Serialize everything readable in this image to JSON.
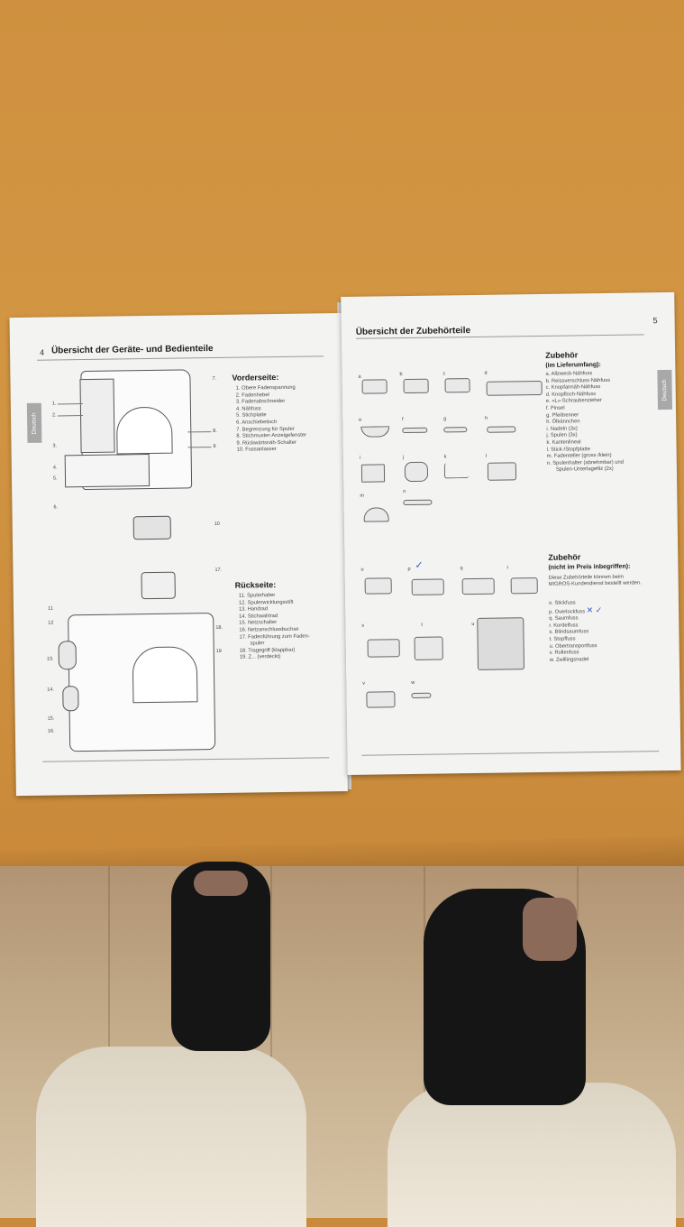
{
  "left_page": {
    "page_number": "4",
    "title": "Übersicht der Geräte- und Bedienteile",
    "tab": "Deutsch",
    "front_heading": "Vorderseite:",
    "front_items": [
      "1. Obere Fadenspannung",
      "2. Fadenhebel",
      "3. Fadenabschneider",
      "4. Nähfuss",
      "5. Stichplatte",
      "6. Anschiebetisch",
      "7. Begrenzung für Spuler",
      "8. Stichmuster-Anzeigefenster",
      "9. Rückwärtsnäh-Schalter",
      "10. Fussanlasser"
    ],
    "back_heading": "Rückseite:",
    "back_items": [
      "11. Spulerhalter",
      "12. Spulerwicklungsstift",
      "13. Handrad",
      "14. Stichwahlrad",
      "15. Netzschalter",
      "16. Netzanschlussbuchse",
      "17. Fadenführung zum Faden-",
      "spuler",
      "18. Tragegriff (klappbar)",
      "19. Z... (verdeckt)"
    ],
    "front_callouts": [
      "1.",
      "2.",
      "3.",
      "4.",
      "5.",
      "6.",
      "7.",
      "8.",
      "9",
      "10"
    ],
    "back_callouts": [
      "11",
      "12",
      "13.",
      "14.",
      "15.",
      "16.",
      "17.",
      "18.",
      "19"
    ]
  },
  "right_page": {
    "page_number": "5",
    "title": "Übersicht der Zubehörteile",
    "tab": "Deutsch",
    "included_heading": "Zubehör",
    "included_sub": "(im Lieferumfang):",
    "included_items": [
      "a. Allzweck-Nähfuss",
      "b. Reissverschluss-Nähfuss",
      "c. Knopfannäh-Nähfuss",
      "d. Knopfloch-Nähfuss",
      "e. «L»-Schraubenzieher",
      "f. Pinsel",
      "g. Pfeiltrenner",
      "h. Ölkännchen",
      "i. Nadeln (3x)",
      "j. Spulen (3x)",
      "k. Kantenlineal",
      "l. Stick-/Stopfplatte",
      "m. Fadenteller (gross /klein)",
      "n. Spulenhalter (abnehmbar) und",
      "Spulen-Unterlagefilz (2x)"
    ],
    "optional_heading": "Zubehör",
    "optional_sub": "(nicht im Preis inbegriffen):",
    "optional_note": "Diese Zubehörteile können beim MIGROS-Kundendienst bestellt werden.",
    "optional_items": [
      "o. Stickfuss",
      "p. Overlockfuss",
      "q. Saumfuss",
      "r. Kordelfuss",
      "s. Blindsaumfuss",
      "t. Stopffuss",
      "u. Obertransportfuss",
      "v. Rollenfuss",
      "w. Zwillingsnadel"
    ],
    "acc_letters_top": [
      "a",
      "b",
      "c",
      "d",
      "e",
      "f",
      "g",
      "h",
      "i",
      "j",
      "k",
      "l",
      "m",
      "n"
    ],
    "acc_letters_bottom": [
      "o",
      "p",
      "q",
      "r",
      "s",
      "t",
      "u",
      "v",
      "w"
    ]
  },
  "colors": {
    "table": "#cf913f",
    "paper": "#f3f3f2",
    "ink": "#1e1e1e",
    "pen": "#3c5bbf"
  }
}
